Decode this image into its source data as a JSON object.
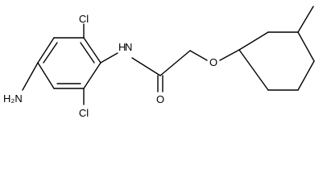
{
  "molecule": {
    "atom_labels": {
      "nitrogen_amide": "N",
      "amide_hydrogen": "H",
      "oxygen_carbonyl": "O",
      "oxygen_ether": "O",
      "chlorine_top": "Cl",
      "chlorine_bottom": "Cl",
      "amino_group": "H₂N"
    }
  }
}
